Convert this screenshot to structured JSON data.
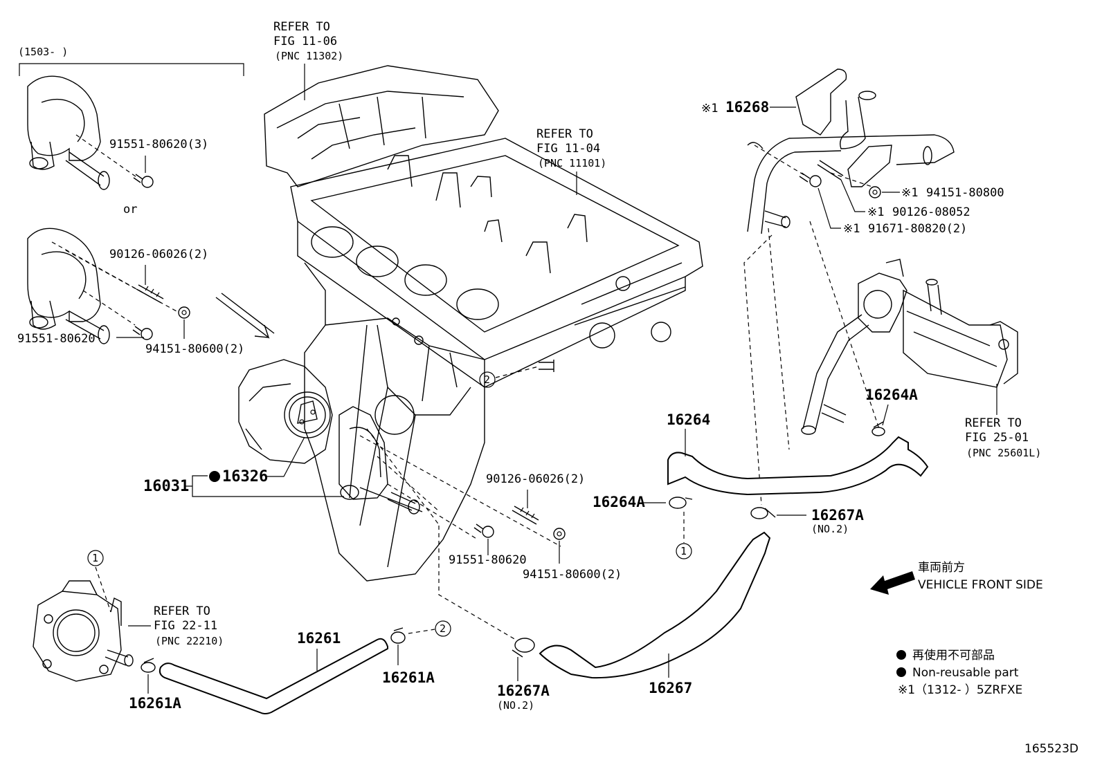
{
  "callouts": {
    "variant_range": "(1503-      )",
    "or": "or",
    "p91551_3": "91551-80620(3)",
    "p90126_a": "90126-06026(2)",
    "p91551_a": "91551-80620",
    "p94151_a": "94151-80600(2)",
    "ref_1106": [
      "REFER TO",
      "FIG 11-06",
      "(PNC 11302)"
    ],
    "ref_1104": [
      "REFER TO",
      "FIG 11-04",
      "(PNC 11101)"
    ],
    "ref_2501": [
      "REFER TO",
      "FIG 25-01",
      "(PNC 25601L)"
    ],
    "ref_2211": [
      "REFER TO",
      "FIG 22-11",
      "(PNC 22210)"
    ],
    "p16268": "16268",
    "p94151_80800": "94151-80800",
    "p90126_08052": "90126-08052",
    "p91671": "91671-80820(2)",
    "mark": "※1",
    "p16264A_top": "16264A",
    "p16264": "16264",
    "p16264A": "16264A",
    "p16267A_top": "16267A",
    "no2": "(NO.2)",
    "p16031": "16031",
    "p16326": "16326",
    "p90126_b": "90126-06026(2)",
    "p91551_b": "91551-80620",
    "p94151_b": "94151-80600(2)",
    "p16261": "16261",
    "p16261A_mid": "16261A",
    "p16261A_left": "16261A",
    "p16267A_bot": "16267A",
    "p16267": "16267",
    "c1": "1",
    "c2": "2"
  },
  "direction": {
    "jp": "車両前方",
    "en": "VEHICLE FRONT SIDE"
  },
  "legend": {
    "jp": "再使用不可部品",
    "en": "Non-reusable part",
    "note": "※1（1312-      ）5ZRFXE"
  },
  "figure_id": "165523D",
  "icons": [
    "non-reusable-dot-icon",
    "front-arrow-icon",
    "circled-number-icon"
  ]
}
